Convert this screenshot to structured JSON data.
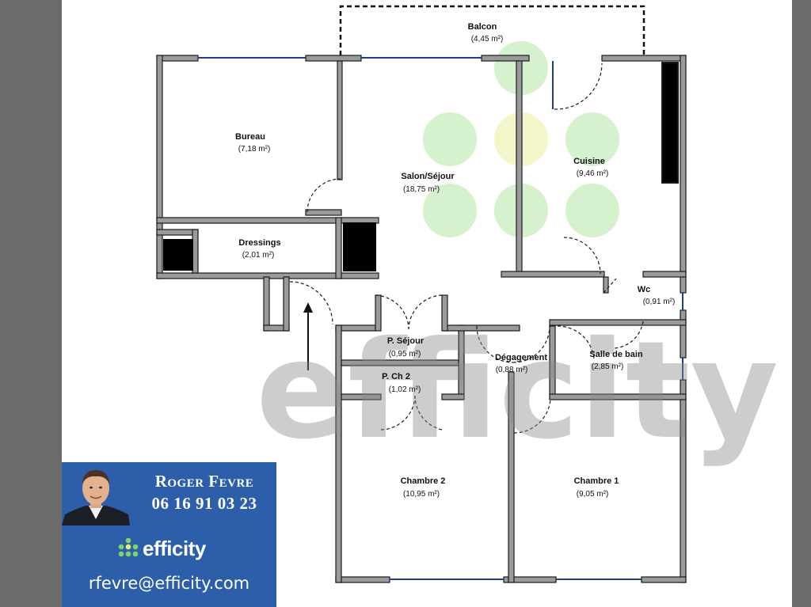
{
  "rooms": {
    "balcon": {
      "name": "Balcon",
      "area": "(4,45 m²)"
    },
    "bureau": {
      "name": "Bureau",
      "area": "(7,18 m²)"
    },
    "salon": {
      "name": "Salon/Séjour",
      "area": "(18,75 m²)"
    },
    "cuisine": {
      "name": "Cuisine",
      "area": "(9,46 m²)"
    },
    "dressings": {
      "name": "Dressings",
      "area": "(2,01 m²)"
    },
    "wc": {
      "name": "Wc",
      "area": "(0,91 m²)"
    },
    "p_sejour": {
      "name": "P. Séjour",
      "area": "(0,95 m²)"
    },
    "p_ch2": {
      "name": "P. Ch 2",
      "area": "(1,02 m²)"
    },
    "degagement": {
      "name": "Dégagement",
      "area": "(0,88 m²)"
    },
    "salle_de_bain": {
      "name": "Salle de bain",
      "area": "(2,85 m²)"
    },
    "chambre2": {
      "name": "Chambre 2",
      "area": "(10,95 m²)"
    },
    "chambre1": {
      "name": "Chambre 1",
      "area": "(9,05 m²)"
    }
  },
  "watermark": {
    "text": "efficity"
  },
  "agent": {
    "name": "Roger Fevre",
    "phone": "06 16 91 03 23",
    "brand": "efficity",
    "email": "rfevre@efficity.com"
  },
  "colors": {
    "card_background": "#2c5ea9",
    "brand_green": "#7fd36b",
    "logo_circle_green": "#cfeec4",
    "logo_circle_yellow": "#f3f5c6",
    "wall": "#9a9a9a",
    "window": "#1f3d8a"
  }
}
